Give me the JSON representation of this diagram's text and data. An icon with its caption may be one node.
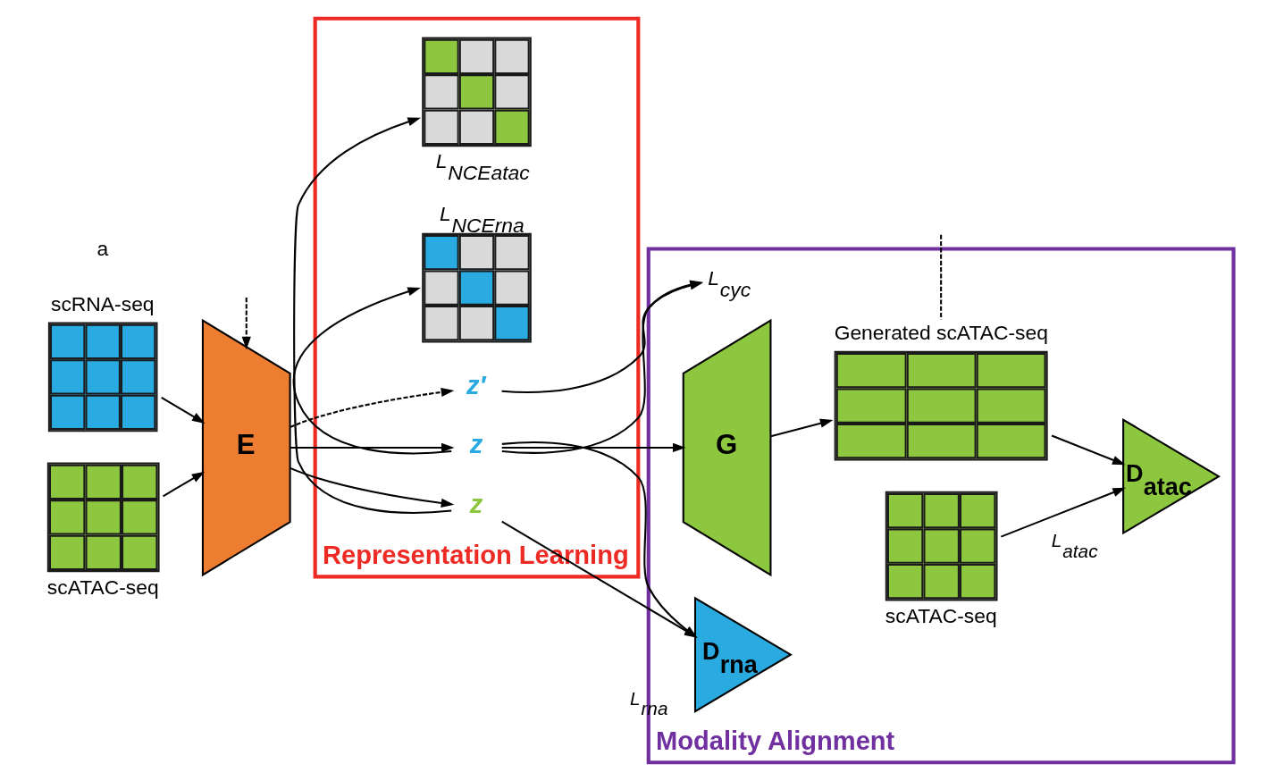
{
  "diagram": {
    "nodes": [
      {
        "text": [
          "Representation Learning"
        ]
      },
      {
        "text": [
          "Modality Alignment"
        ]
      },
      {
        "text": [
          "scRNA-seq"
        ]
      },
      {
        "text": [
          "scATAC-seq"
        ]
      },
      {
        "text": [
          "E"
        ]
      },
      {
        "text": [
          "L$_{NCErna}$"
        ],
        "in": 0
      },
      {
        "text": [
          "z"
        ],
        "in": 0
      },
      {
        "text": [
          "z′"
        ],
        "in": 0
      },
      {
        "text": [
          "z"
        ],
        "in": 0
      },
      {
        "text": [
          "L$_{NCEatac}$"
        ],
        "in": 0
      },
      {
        "text": [
          "L$_{cyc}$"
        ],
        "in": 1
      },
      {
        "text": [
          "D$_{rna}$"
        ],
        "beside": [
          "L$_{rna}$"
        ],
        "in": 1
      },
      {
        "text": [
          "G"
        ],
        "in": 1
      },
      {
        "text": [
          "Generated scATAC-seq"
        ],
        "in": 1
      },
      {
        "text": [
          "scATAC-seq"
        ],
        "in": 1
      },
      {
        "text": [
          "D$_{atac}$"
        ],
        "beside": [
          "L$_{atac}$"
        ],
        "in": 1
      }
    ],
    "edges": [
      {
        "from": null,
        "to": 4,
        "arrow": "to",
        "style": "dashed"
      },
      {
        "from": 2,
        "to": 4,
        "arrow": "to"
      },
      {
        "from": 3,
        "to": 4,
        "arrow": "to"
      },
      {
        "from": 4,
        "to": 6,
        "arrow": "to"
      },
      {
        "from": 4,
        "to": 7,
        "arrow": "to",
        "style": "dashed"
      },
      {
        "from": 4,
        "to": 8,
        "arrow": "to"
      },
      {
        "from": 6,
        "to": 5,
        "arrow": "to"
      },
      {
        "from": 8,
        "to": 9,
        "arrow": "to"
      },
      {
        "from": 6,
        "to": 12,
        "arrow": "to"
      },
      {
        "from": 6,
        "to": 10,
        "arrow": "to"
      },
      {
        "from": 7,
        "to": 10,
        "arrow": "to"
      },
      {
        "from": 6,
        "to": 11,
        "arrow": "to"
      },
      {
        "from": 8,
        "to": 11,
        "arrow": "to"
      },
      {
        "from": 12,
        "to": 13,
        "arrow": "to"
      },
      {
        "from": null,
        "to": 13,
        "arrow": "none",
        "style": "dashed"
      },
      {
        "from": 13,
        "to": 15,
        "arrow": "to"
      },
      {
        "from": 14,
        "to": 15,
        "arrow": "to"
      }
    ],
    "labels": [
      "a"
    ]
  }
}
